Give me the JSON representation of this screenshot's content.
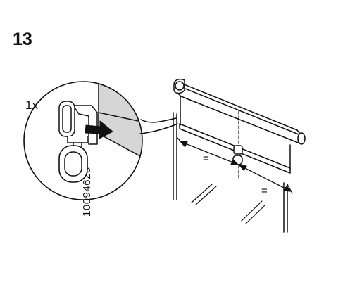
{
  "step": {
    "number": "13"
  },
  "detail": {
    "quantity": "1x",
    "part_number": "10094626"
  },
  "measurement": {
    "equal_left": "=",
    "equal_right": "="
  }
}
